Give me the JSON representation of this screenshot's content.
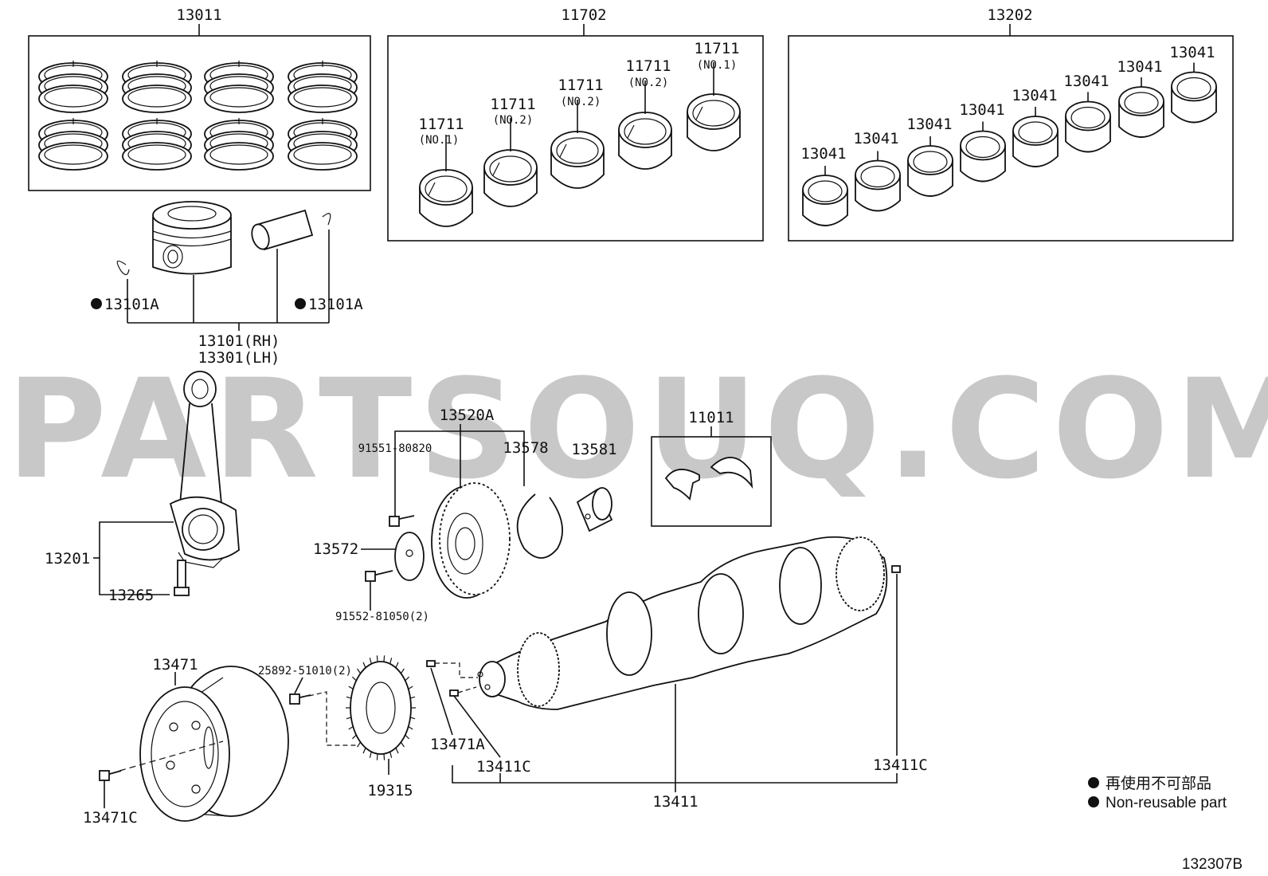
{
  "watermark": "PARTSOUQ.COM",
  "labels": {
    "l13011": "13011",
    "l11702": "11702",
    "l13202": "13202",
    "l13101A_left": "13101A",
    "l13101A_right": "13101A",
    "l13101RH": "13101(RH)",
    "l13301LH": "13301(LH)",
    "l11711_a": "11711",
    "l11711_a_sub": "(NO.1)",
    "l11711_b": "11711",
    "l11711_b_sub": "(NO.2)",
    "l11711_c": "11711",
    "l11711_c_sub": "(NO.2)",
    "l11711_d": "11711",
    "l11711_d_sub": "(NO.2)",
    "l11711_e": "11711",
    "l11711_e_sub": "(NO.1)",
    "l13041_1": "13041",
    "l13041_2": "13041",
    "l13041_3": "13041",
    "l13041_4": "13041",
    "l13041_5": "13041",
    "l13041_6": "13041",
    "l13041_7": "13041",
    "l13041_8": "13041",
    "l13520A": "13520A",
    "l91551": "91551-80820",
    "l13578": "13578",
    "l13581": "13581",
    "l11011": "11011",
    "l13572": "13572",
    "l91552": "91552-81050(2)",
    "l13201": "13201",
    "l13265": "13265",
    "l13471": "13471",
    "l25892": "25892-51010(2)",
    "l19315": "19315",
    "l13471A": "13471A",
    "l13411C_left": "13411C",
    "l13411C_right": "13411C",
    "l13411": "13411",
    "l13471C": "13471C"
  },
  "legend": {
    "jp": "再使用不可部品",
    "en": "Non-reusable part"
  },
  "diagram_id": "132307B"
}
